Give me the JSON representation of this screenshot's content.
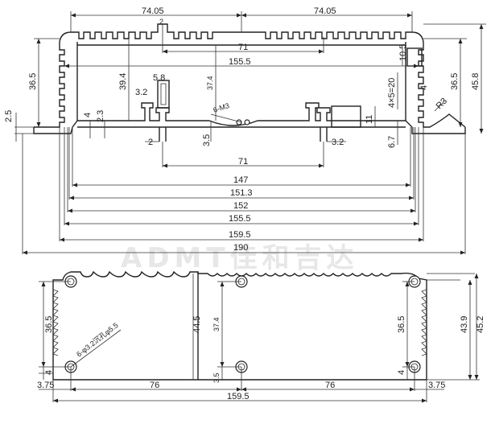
{
  "watermark": "ADMT佳和吉达",
  "section_view": {
    "dims": {
      "top_left_half": "74.05",
      "top_right_half": "74.05",
      "top_slot": "2",
      "inner_slot_span": "71",
      "inner_width_top": "155.5",
      "left_height": "36.5",
      "rail_height": "39.4",
      "center_height": "37.4",
      "boss_width": "5.8",
      "boss_slot": "3.2",
      "lip_4": "4",
      "lip_2_3": "2.3",
      "flange_2_5": "2.5",
      "hole_note": "6-M3",
      "foot_3_5": "3.5",
      "foot_2": "2",
      "right_boss": "3.2",
      "right_pocket": "10.5",
      "right_height": "36.5",
      "overall_height": "45.8",
      "fin_pitch": "4×5=20",
      "fin_width": "4",
      "radius": "R3",
      "right_slot_height": "11",
      "right_foot": "6.7",
      "base_71": "71",
      "w_147": "147",
      "w_151_3": "151.3",
      "w_152": "152",
      "w_155_5": "155.5",
      "w_159_5": "159.5",
      "w_190": "190"
    }
  },
  "plan_view": {
    "dims": {
      "left_36_5": "36.5",
      "left_4": "4",
      "hole_note": "6-φ3.2沉孔φ5.5",
      "mid_44_5": "44.5",
      "mid_37_4": "37.4",
      "mid_3_5": "3.5",
      "right_36_5": "36.5",
      "right_4": "4",
      "right_43_9": "43.9",
      "right_45_2": "45.2",
      "bottom_3_75_left": "3.75",
      "bottom_76_left": "76",
      "bottom_76_right": "76",
      "bottom_3_75_right": "3.75",
      "bottom_159_5": "159.5"
    }
  }
}
